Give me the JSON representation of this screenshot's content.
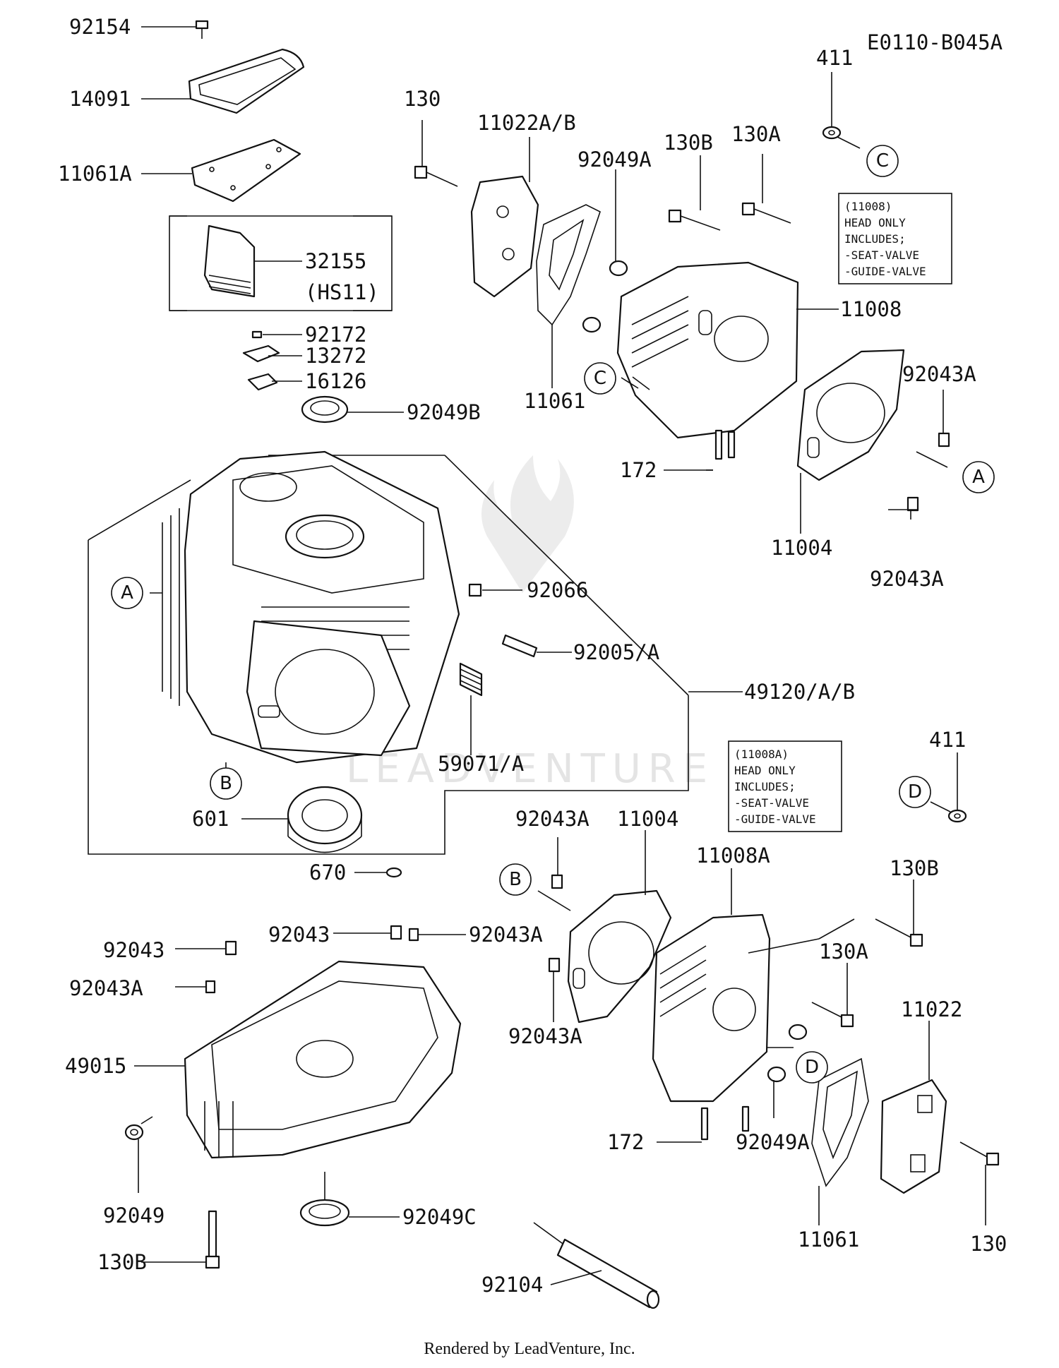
{
  "diagram_code": "E0110-B045A",
  "footer": "Rendered by LeadVenture, Inc.",
  "watermark": "LEADVENTURE",
  "notes": [
    {
      "id": "note-11008",
      "lines": [
        "(11008)",
        "HEAD ONLY",
        "INCLUDES;",
        "-SEAT-VALVE",
        "-GUIDE-VALVE"
      ]
    },
    {
      "id": "note-11008a",
      "lines": [
        "(11008A)",
        "HEAD ONLY",
        "INCLUDES;",
        "-SEAT-VALVE",
        "-GUIDE-VALVE"
      ]
    }
  ],
  "callouts": [
    "A",
    "B",
    "C",
    "D"
  ],
  "labels": [
    "92154",
    "14091",
    "11061A",
    "32155",
    "(HS11)",
    "92172",
    "13272",
    "16126",
    "92049B",
    "92066",
    "92005/A",
    "49120/A/B",
    "59071/A",
    "601",
    "670",
    "130",
    "11022A/B",
    "92049A",
    "130B",
    "130A",
    "411",
    "11008",
    "11061",
    "92043A",
    "172",
    "11004",
    "11008A",
    "92043",
    "49015",
    "92049",
    "92049C",
    "92104",
    "11022"
  ]
}
